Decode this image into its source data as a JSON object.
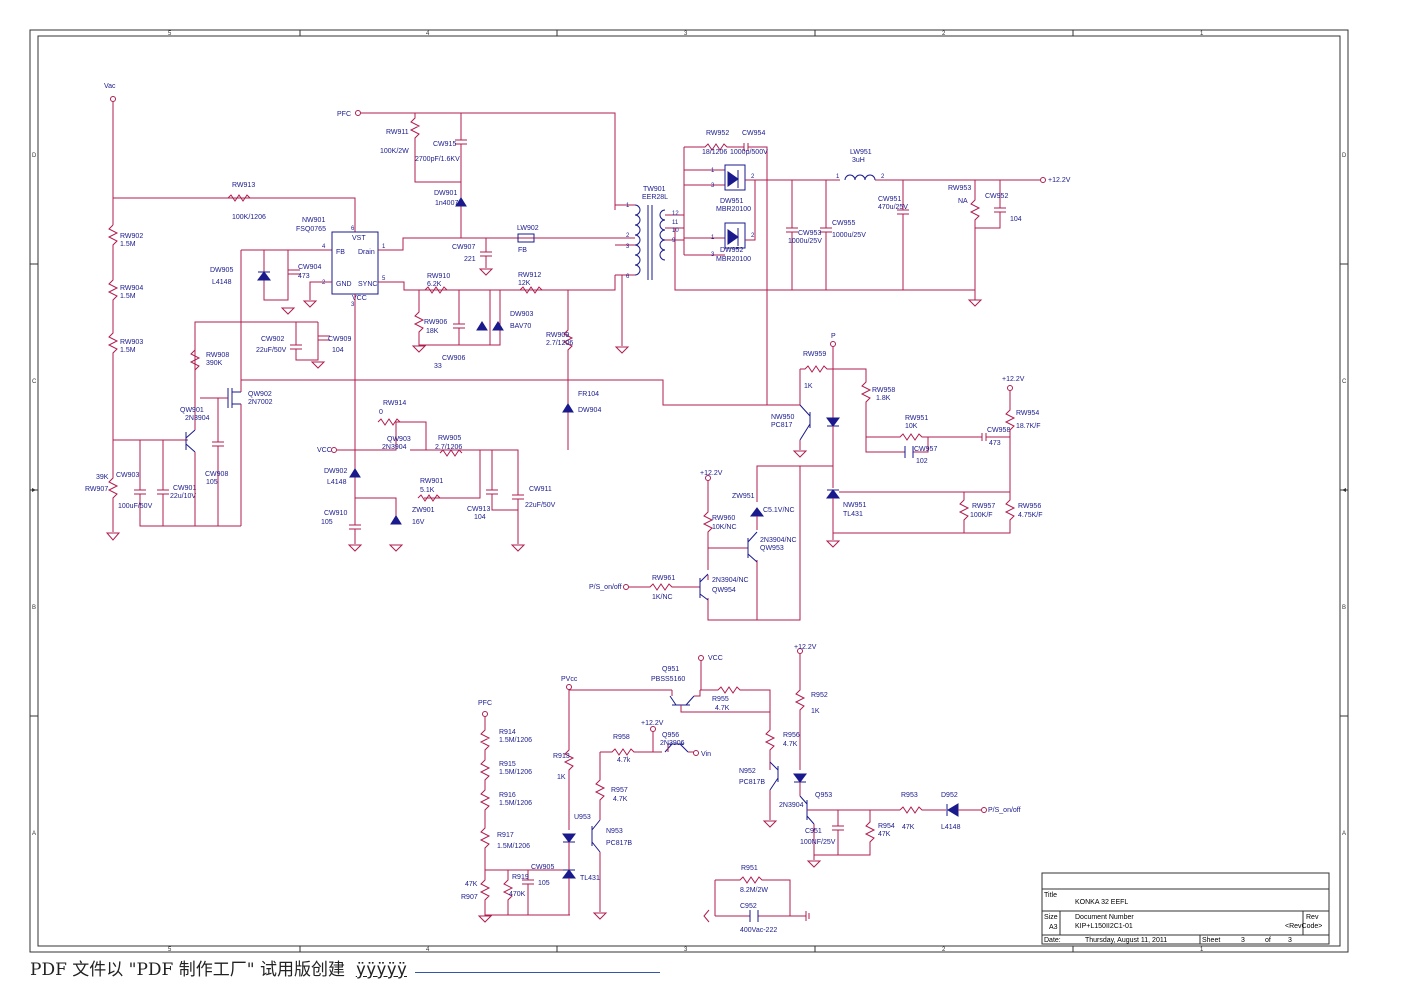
{
  "sheet": {
    "zones_top": [
      "5",
      "4",
      "3",
      "2",
      "1"
    ],
    "zones_side": [
      "D",
      "C",
      "B",
      "A"
    ],
    "title_block": {
      "title_label": "Title",
      "title": "KONKA 32 EEFL",
      "size_label": "Size",
      "size": "A3",
      "doc_label": "Document Number",
      "doc": "KIP+L150II2C1-01",
      "rev_label": "Rev",
      "rev": "<RevCode>",
      "date_label": "Date:",
      "date": "Thursday, August 11, 2011",
      "sheet_label": "Sheet",
      "sheet_no": "3",
      "of_label": "of",
      "sheet_total": "3"
    }
  },
  "nets": {
    "vac": "Vac",
    "pfc": "PFC",
    "pfc2": "PFC",
    "vcc": "VCC",
    "vcc2": "VCC",
    "pvcc": "PVcc",
    "p": "P",
    "v12a": "+12.2V",
    "v12b": "+12.2V",
    "v12c": "+12.2V",
    "v12d": "+12.2V",
    "v12e": "+12.2V",
    "ps_on1": "P/S_on/off",
    "ps_on2": "P/S_on/off",
    "vin": "Vin"
  },
  "ic": {
    "ref": "NW901",
    "part": "FSQ0765",
    "fb": "FB",
    "drain": "Drain",
    "gnd": "GND",
    "sync": "SYNC",
    "vst": "VST",
    "vcc": "VCC"
  },
  "parts": {
    "rw913": "RW913",
    "rw913v": "100K/1206",
    "rw902": "RW902",
    "rw902v": "1.5M",
    "rw904": "RW904",
    "rw904v": "1.5M",
    "rw903": "RW903",
    "rw903v": "1.5M",
    "rw907a": "39K",
    "rw907": "RW907",
    "cw903": "CW903",
    "cw903v": "100uF/50V",
    "cw901": "CW901",
    "cw901v": "22u/10V",
    "qw901": "QW901",
    "qw901v": "2N3904",
    "rw908": "RW908",
    "rw908v": "390K",
    "cw908": "CW908",
    "cw908v": "105",
    "qw902": "QW902",
    "qw902v": "2N7002",
    "dw905": "DW905",
    "dw905v": "L4148",
    "cw904": "CW904",
    "cw904v": "473",
    "cw902": "CW902",
    "cw902v": "22uF/50V",
    "cw909": "CW909",
    "cw909v": "104",
    "rw911": "RW911",
    "rw911v": "100K/2W",
    "cw915": "CW915",
    "cw915v": "2700pF/1.6KV",
    "dw901": "DW901",
    "dw901v": "1n4007",
    "cw907": "CW907",
    "cw907v": "221",
    "lw902": "LW902",
    "lw902v": "FB",
    "rw910": "RW910",
    "rw910v": "6.2K",
    "rw906": "RW906",
    "rw906v": "18K",
    "cw906": "CW906",
    "cw906v": "33",
    "dw903": "DW903",
    "dw903v": "BAV70",
    "rw912": "RW912",
    "rw912v": "12K",
    "rw909": "RW909",
    "rw909v": "2.7/1206",
    "fr104": "FR104",
    "dw904": "DW904",
    "rw914": "RW914",
    "rw914v": "0",
    "qw903": "QW903",
    "qw903v": "2N3904",
    "rw905": "RW905",
    "rw905v": "2.7/1206",
    "dw902": "DW902",
    "dw902v": "L4148",
    "rw901": "RW901",
    "rw901v": "5.1K",
    "cw910": "CW910",
    "cw910v": "105",
    "zw901": "ZW901",
    "zw901v": "16V",
    "cw913": "CW913",
    "cw913v": "104",
    "cw911": "CW911",
    "cw911v": "22uF/50V",
    "tw901": "TW901",
    "tw901v": "EER28L",
    "rw952": "RW952",
    "rw952v": "18/1206",
    "cw954": "CW954",
    "cw954v": "1000p/500V",
    "dw951": "DW951",
    "dw951v": "MBR20100",
    "dw952": "DW952",
    "dw952v": "MBR20100",
    "cw953": "CW953",
    "cw953v": "1000u/25V",
    "cw955": "CW955",
    "cw955v": "1000u/25V",
    "lw951": "LW951",
    "lw951v": "3uH",
    "cw951": "CW951",
    "cw951v": "470u/25V",
    "rw953": "RW953",
    "rw953v": "NA",
    "cw952": "CW952",
    "cw952v": "104",
    "rw959": "RW959",
    "rw959v": "1K",
    "rw958": "RW958",
    "rw958v": "1.8K",
    "nw950": "NW950",
    "nw950v": "PC817",
    "rw951": "RW951",
    "rw951v": "10K",
    "cw957": "CW957",
    "cw957v": "102",
    "cw958": "CW958",
    "cw958v": "473",
    "rw954": "RW954",
    "rw954v": "18.7K/F",
    "zw951": "ZW951",
    "zw951v": "C5.1V/NC",
    "nw951": "NW951",
    "nw951v": "TL431",
    "rw957": "RW957",
    "rw957v": "100K/F",
    "rw956": "RW956",
    "rw956v": "4.75K/F",
    "rw960": "RW960",
    "rw960v": "10K/NC",
    "qw953": "QW953",
    "qw953v": "2N3904/NC",
    "rw961": "RW961",
    "rw961v": "1K/NC",
    "qw954": "QW954",
    "qw954v": "2N3904/NC",
    "q951": "Q951",
    "q951v": "PBSS5160",
    "r955": "R955",
    "r955v": "4.7K",
    "r914": "R914",
    "r914v": "1.5M/1206",
    "r915": "R915",
    "r915v": "1.5M/1206",
    "r916": "R916",
    "r916v": "1.5M/1206",
    "r917": "R917",
    "r917v": "1.5M/1206",
    "r907a": "47K",
    "r907": "R907",
    "r919": "R919",
    "r919v": "470K",
    "cw905": "CW905",
    "cw905v": "105",
    "u953": "U953",
    "u953v": "TL431",
    "r913": "R913",
    "r913v": "1K",
    "r958": "R958",
    "r958v": "4.7k",
    "q956": "Q956",
    "q956v": "2N3906",
    "r957": "R957",
    "r957v": "4.7K",
    "n953": "N953",
    "n953v": "PC817B",
    "r956": "R956",
    "r956v": "4.7K",
    "n952": "N952",
    "n952v": "PC817B",
    "r952": "R952",
    "r952v": "1K",
    "q953": "Q953",
    "q953v": "2N3904",
    "c951": "C951",
    "c951v": "100NF/25V",
    "r954": "R954",
    "r954v": "47K",
    "r953": "R953",
    "r953v": "47K",
    "d952": "D952",
    "d952v": "L4148",
    "r951": "R951",
    "r951v": "8.2M/2W",
    "c952": "C952",
    "c952v": "400Vac-222"
  },
  "footer": {
    "note": "PDF 文件以 \"PDF 制作工厂\" 试用版创建  ",
    "note_tail": "ÿÿÿÿÿ"
  }
}
